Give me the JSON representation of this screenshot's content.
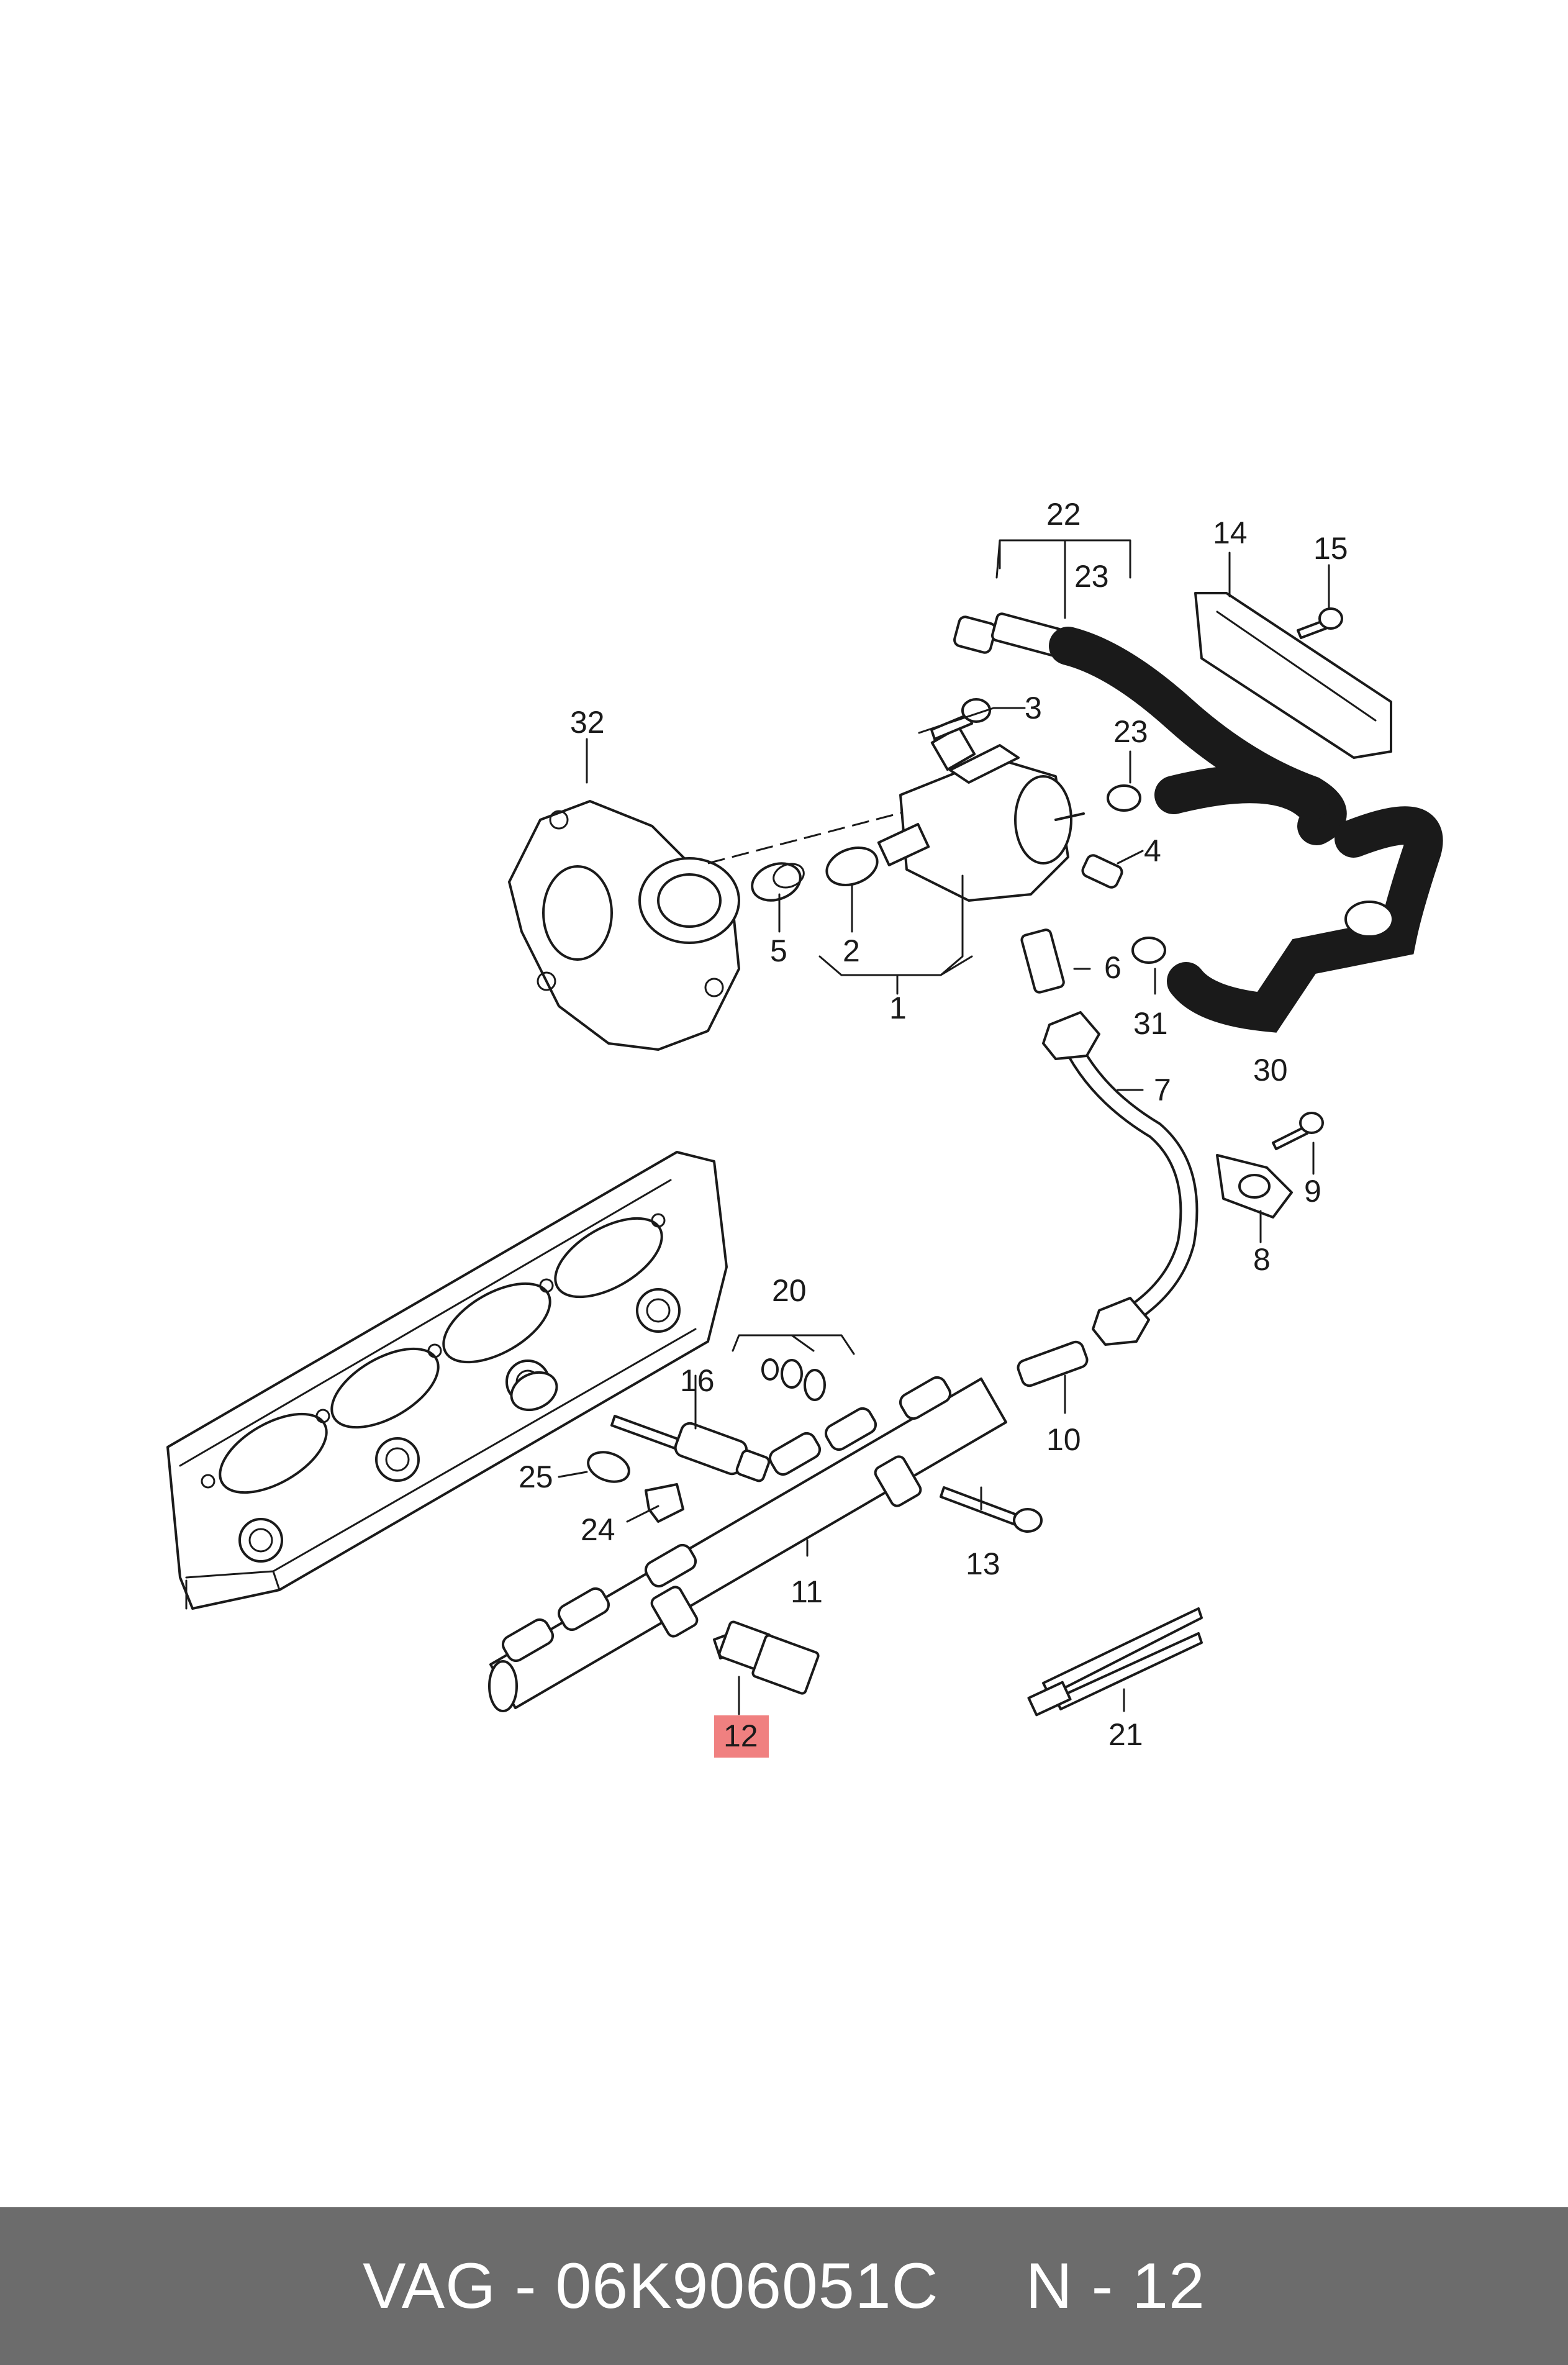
{
  "callouts": {
    "c1": "1",
    "c2": "2",
    "c3": "3",
    "c4": "4",
    "c5": "5",
    "c6": "6",
    "c7": "7",
    "c8": "8",
    "c9": "9",
    "c10": "10",
    "c11": "11",
    "c12": "12",
    "c13": "13",
    "c14": "14",
    "c15": "15",
    "c16": "16",
    "c20": "20",
    "c21": "21",
    "c22": "22",
    "c23a": "23",
    "c23b": "23",
    "c24": "24",
    "c25": "25",
    "c30": "30",
    "c31": "31",
    "c32": "32"
  },
  "highlight": {
    "part": "12",
    "color": "#f08080"
  },
  "footer": {
    "part_number": "VAG - 06K906051C",
    "position": "N - 12",
    "background": "#6c6c6c"
  }
}
